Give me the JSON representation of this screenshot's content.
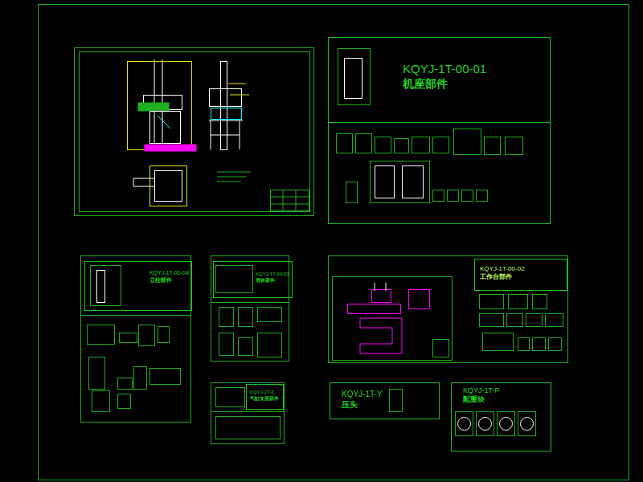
{
  "diagram": {
    "nodes": [
      {
        "text": [
          "KQYJ-1T-00-01",
          "机座部件"
        ]
      },
      {
        "text": [
          "KQYJ-1T-00-04",
          "立柱部件"
        ]
      },
      {
        "text": [
          "KQYJ-1T-00-03",
          "滑块部件"
        ]
      },
      {
        "text": [
          "KQYJ-1T-00-02",
          "工作台部件"
        ]
      },
      {
        "text": [
          "KQYJ-1T-Z",
          "气缸支座部件"
        ]
      },
      {
        "text": [
          "KQYJ-1T-Y",
          "压头"
        ]
      },
      {
        "text": [
          "KQYJ-1T-P",
          "配重块"
        ]
      }
    ]
  }
}
